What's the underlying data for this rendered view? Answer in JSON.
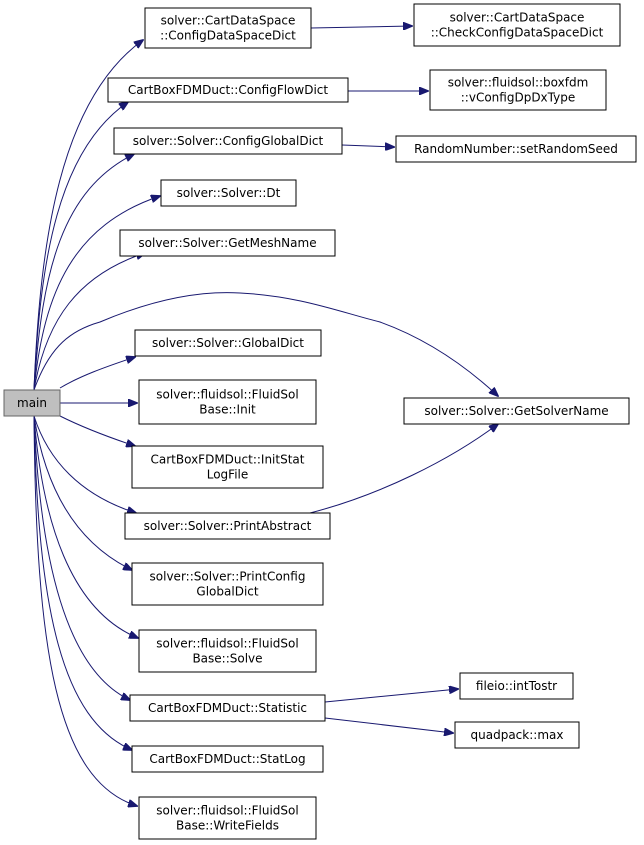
{
  "graph": {
    "edge_color": "#191970",
    "root_fill": "#bfbfbf",
    "nodes": [
      {
        "id": "main",
        "lines": [
          "main"
        ]
      },
      {
        "id": "configdataspacedict",
        "lines": [
          "solver::CartDataSpace",
          "::ConfigDataSpaceDict"
        ]
      },
      {
        "id": "checkconfigdataspacedict",
        "lines": [
          "solver::CartDataSpace",
          "::CheckConfigDataSpaceDict"
        ]
      },
      {
        "id": "configflowdict",
        "lines": [
          "CartBoxFDMDuct::ConfigFlowDict"
        ]
      },
      {
        "id": "vconfigdpdxtype",
        "lines": [
          "solver::fluidsol::boxfdm",
          "::vConfigDpDxType"
        ]
      },
      {
        "id": "configglobaldict",
        "lines": [
          "solver::Solver::ConfigGlobalDict"
        ]
      },
      {
        "id": "setrandomseed",
        "lines": [
          "RandomNumber::setRandomSeed"
        ]
      },
      {
        "id": "dt",
        "lines": [
          "solver::Solver::Dt"
        ]
      },
      {
        "id": "getmeshname",
        "lines": [
          "solver::Solver::GetMeshName"
        ]
      },
      {
        "id": "globaldict",
        "lines": [
          "solver::Solver::GlobalDict"
        ]
      },
      {
        "id": "getsolvername",
        "lines": [
          "solver::Solver::GetSolverName"
        ]
      },
      {
        "id": "init",
        "lines": [
          "solver::fluidsol::FluidSol",
          "Base::Init"
        ]
      },
      {
        "id": "initstatlogfile",
        "lines": [
          "CartBoxFDMDuct::InitStat",
          "LogFile"
        ]
      },
      {
        "id": "printabstract",
        "lines": [
          "solver::Solver::PrintAbstract"
        ]
      },
      {
        "id": "printconfigglobaldict",
        "lines": [
          "solver::Solver::PrintConfig",
          "GlobalDict"
        ]
      },
      {
        "id": "solve",
        "lines": [
          "solver::fluidsol::FluidSol",
          "Base::Solve"
        ]
      },
      {
        "id": "statistic",
        "lines": [
          "CartBoxFDMDuct::Statistic"
        ]
      },
      {
        "id": "inttostr",
        "lines": [
          "fileio::intTostr"
        ]
      },
      {
        "id": "max",
        "lines": [
          "quadpack::max"
        ]
      },
      {
        "id": "statlog",
        "lines": [
          "CartBoxFDMDuct::StatLog"
        ]
      },
      {
        "id": "writefields",
        "lines": [
          "solver::fluidsol::FluidSol",
          "Base::WriteFields"
        ]
      }
    ],
    "edges": [
      {
        "from": "main",
        "to": "configdataspacedict"
      },
      {
        "from": "configdataspacedict",
        "to": "checkconfigdataspacedict"
      },
      {
        "from": "main",
        "to": "configflowdict"
      },
      {
        "from": "configflowdict",
        "to": "vconfigdpdxtype"
      },
      {
        "from": "main",
        "to": "configglobaldict"
      },
      {
        "from": "configglobaldict",
        "to": "setrandomseed"
      },
      {
        "from": "main",
        "to": "dt"
      },
      {
        "from": "main",
        "to": "getmeshname"
      },
      {
        "from": "main",
        "to": "getsolvername"
      },
      {
        "from": "main",
        "to": "globaldict"
      },
      {
        "from": "main",
        "to": "init"
      },
      {
        "from": "main",
        "to": "initstatlogfile"
      },
      {
        "from": "main",
        "to": "printabstract"
      },
      {
        "from": "printabstract",
        "to": "getsolvername"
      },
      {
        "from": "main",
        "to": "printconfigglobaldict"
      },
      {
        "from": "main",
        "to": "solve"
      },
      {
        "from": "main",
        "to": "statistic"
      },
      {
        "from": "statistic",
        "to": "inttostr"
      },
      {
        "from": "statistic",
        "to": "max"
      },
      {
        "from": "main",
        "to": "statlog"
      },
      {
        "from": "main",
        "to": "writefields"
      }
    ]
  }
}
